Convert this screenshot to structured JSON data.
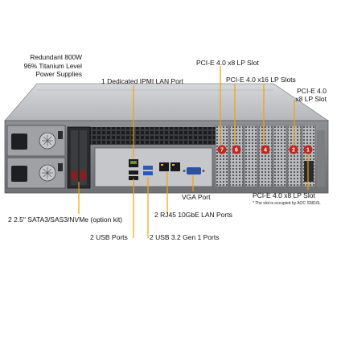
{
  "callouts": {
    "psu_line1": "Redundant 800W",
    "psu_line2": "96% Titanium Level",
    "psu_line3": "Power Supplies",
    "ipmi": "1 Dedicated IPMI LAN Port",
    "pcie_x8_slot_top": "PCI-E 4.0 x8 LP Slot",
    "pcie_x16_slots": "PCI-E 4.0 x16 LP Slots",
    "pcie_right_line1": "PCI-E 4.0",
    "pcie_right_line2": "x8 LP Slot",
    "vga": "VGA Port",
    "pcie_x8_slot_bottom": "PCI-E 4.0 x8 LP Slot",
    "slot_note": "* The slot is occupied by AOC S3816L",
    "rj45": "2 RJ45 10GbE LAN Ports",
    "drives": "2 2.5\" SATA3/SAS3/NVMe (option kit)",
    "usb2": "2 USB Ports",
    "usb3": "2 USB 3.2 Gen 1 Ports"
  },
  "slot_numbers": [
    "7",
    "6",
    "4",
    "2",
    "1"
  ],
  "colors": {
    "callout_line": "#f0a500",
    "slot_badge": "#c0261d",
    "chassis": "#9a9ca0",
    "panel": "#2a2b2e"
  }
}
